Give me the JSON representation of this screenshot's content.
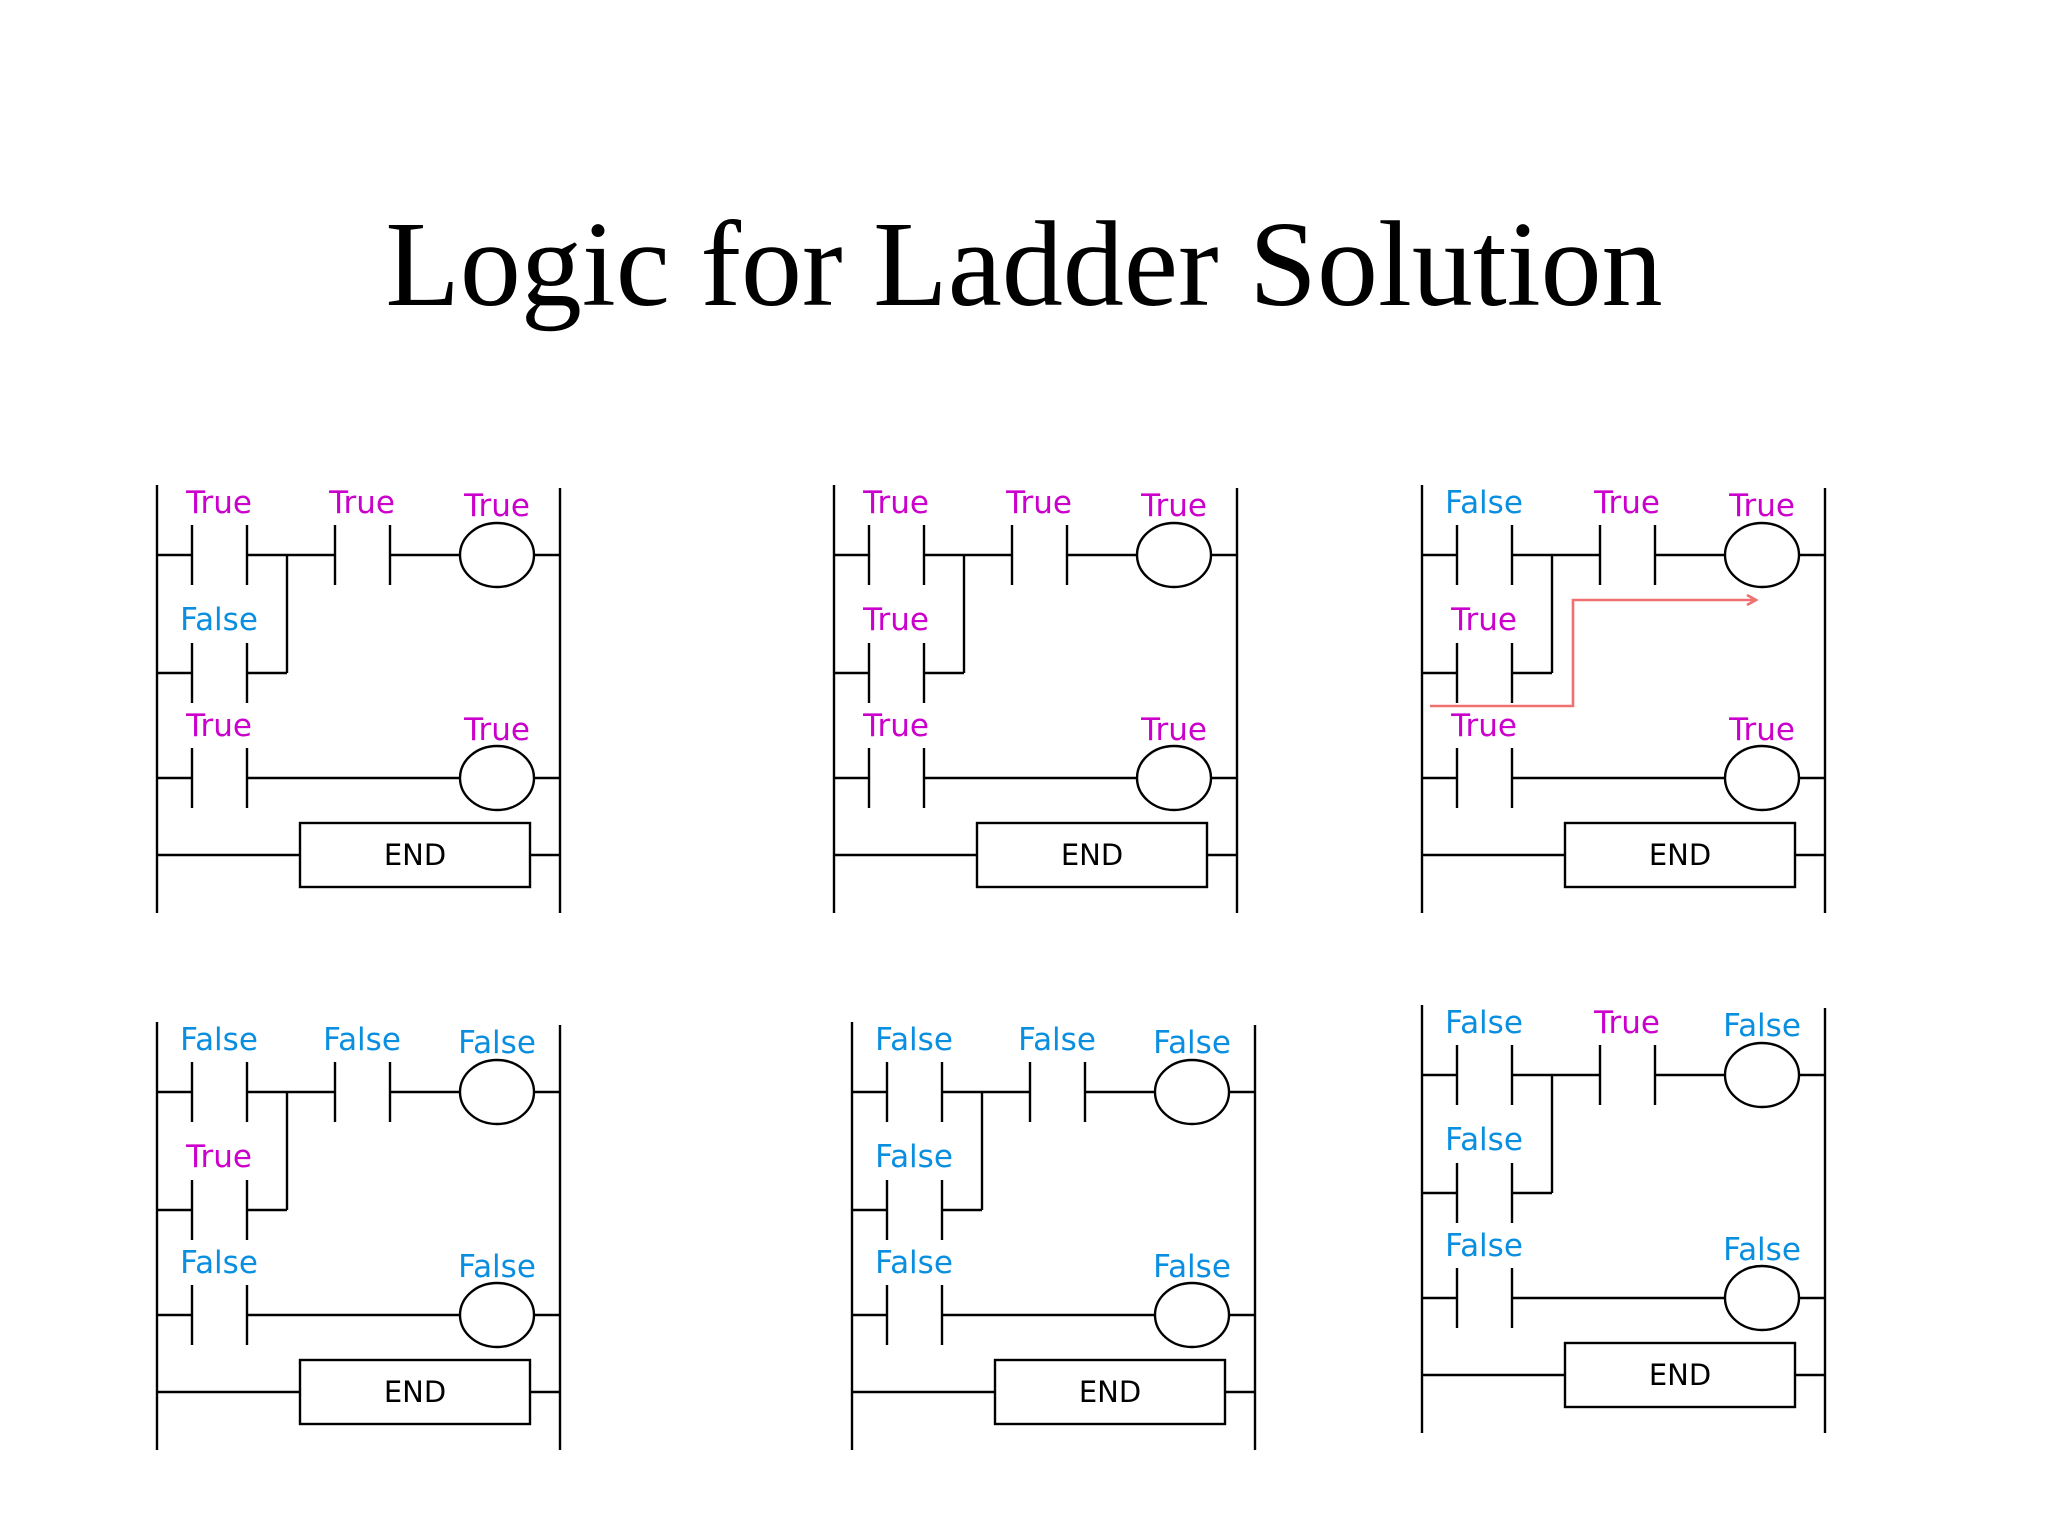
{
  "title": "Logic for Ladder Solution",
  "colors": {
    "true": "#cc00cc",
    "false": "#0a8fe0",
    "wire": "#000000",
    "trace": "#f07070"
  },
  "end_label": "END",
  "diagrams": [
    {
      "r1": [
        "True",
        "True",
        "True"
      ],
      "r2": "False",
      "r3": [
        "True",
        "True"
      ]
    },
    {
      "r1": [
        "True",
        "True",
        "True"
      ],
      "r2": "True",
      "r3": [
        "True",
        "True"
      ]
    },
    {
      "r1": [
        "False",
        "True",
        "True"
      ],
      "r2": "True",
      "r3": [
        "True",
        "True"
      ],
      "trace": true
    },
    {
      "r1": [
        "False",
        "False",
        "False"
      ],
      "r2": "True",
      "r3": [
        "False",
        "False"
      ]
    },
    {
      "r1": [
        "False",
        "False",
        "False"
      ],
      "r2": "False",
      "r3": [
        "False",
        "False"
      ]
    },
    {
      "r1": [
        "False",
        "True",
        "False"
      ],
      "r2": "False",
      "r3": [
        "False",
        "False"
      ]
    }
  ]
}
